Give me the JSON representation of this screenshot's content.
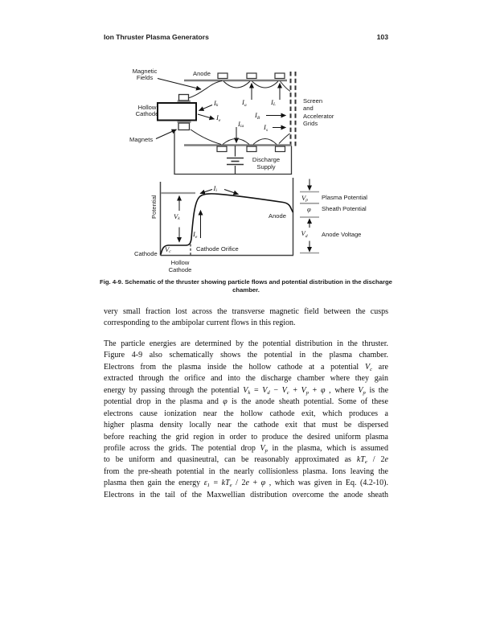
{
  "header": {
    "title": "Ion Thruster Plasma Generators",
    "page_number": "103"
  },
  "figure": {
    "schematic": {
      "magnetic_fields": "Magnetic\nFields",
      "anode": "Anode",
      "hollow_cathode": "Hollow\nCathode",
      "magnets": "Magnets",
      "screen_grids": "Screen\nand\nAccelerator\nGrids",
      "discharge_supply": "Discharge\nSupply",
      "currents": {
        "ik": "<i>I</i><sub>k</sub>",
        "ie": "<i>I</i><sub>e</sub>",
        "ia": "<i>I</i><sub>a</sub>",
        "il": "<i>I</i><sub>L</sub>",
        "ib": "<i>I</i><sub>B</sub>",
        "iia": "<i>I</i><sub>ia</sub>",
        "is": "<i>I</i><sub>s</sub>"
      }
    },
    "plot": {
      "ylabel": "Potential",
      "cathode": "Cathode",
      "hollow_cathode": "Hollow\nCathode",
      "cathode_orifice": "Cathode Orifice",
      "anode": "Anode",
      "vk": "<i>V</i><sub>k</sub>",
      "vc": "<i>V</i><sub>c</sub>",
      "ie": "<i>I</i><sub>e</sub>",
      "ii": "<i>I</i><sub>i</sub>",
      "vp": "<i>V</i><sub>p</sub>",
      "phi": "<i>φ</i>",
      "vd": "<i>V</i><sub>d</sub>",
      "plasma_potential": "Plasma Potential",
      "sheath_potential": "Sheath Potential",
      "anode_voltage": "Anode Voltage"
    },
    "caption": "Fig. 4-9. Schematic of the thruster showing particle flows and potential distribution in the discharge chamber."
  },
  "body": {
    "paragraph1": {
      "lines": [
        "very small fraction lost across the transverse magnetic field between the cusps",
        "corresponding to the ambipolar current flows in this region."
      ]
    },
    "paragraph2": {
      "lines": [
        "The particle energies are determined by the potential distribution in the thruster.",
        "Figure 4-9 also schematically shows the potential in the plasma chamber.",
        "Electrons from the plasma inside the hollow cathode at a potential <i>V</i><sub>c</sub> are",
        "extracted through the orifice and into the discharge chamber where they gain",
        "energy by passing through the potential <i>V</i><sub>k</sub> = <i>V</i><sub>d</sub> − <i>V</i><sub>c</sub> + <i>V</i><sub>p</sub> + <i>φ</i> , where <i>V</i><sub>p</sub> is the",
        "potential drop in the plasma and <i>φ</i> is the anode sheath potential. Some of these",
        "electrons cause ionization near the hollow cathode exit, which produces a",
        "higher plasma density locally near the cathode exit that must be dispersed",
        "before reaching the grid region in order to produce the desired uniform plasma",
        "profile across the grids. The potential drop <i>V</i><sub>p</sub> in the plasma, which is assumed",
        "to be uniform and quasineutral, can be reasonably approximated as <i>kT</i><sub>e</sub> / 2<i>e</i>",
        "from the pre-sheath potential in the nearly collisionless plasma. Ions leaving the",
        "plasma then gain the energy <i>ε</i><sub>1</sub> = <i>kT</i><sub>e</sub> / 2<i>e</i> + <i>φ</i> , which was given in Eq. (4.2-10).",
        "Electrons in the tail of the Maxwellian distribution overcome the anode sheath"
      ]
    }
  }
}
